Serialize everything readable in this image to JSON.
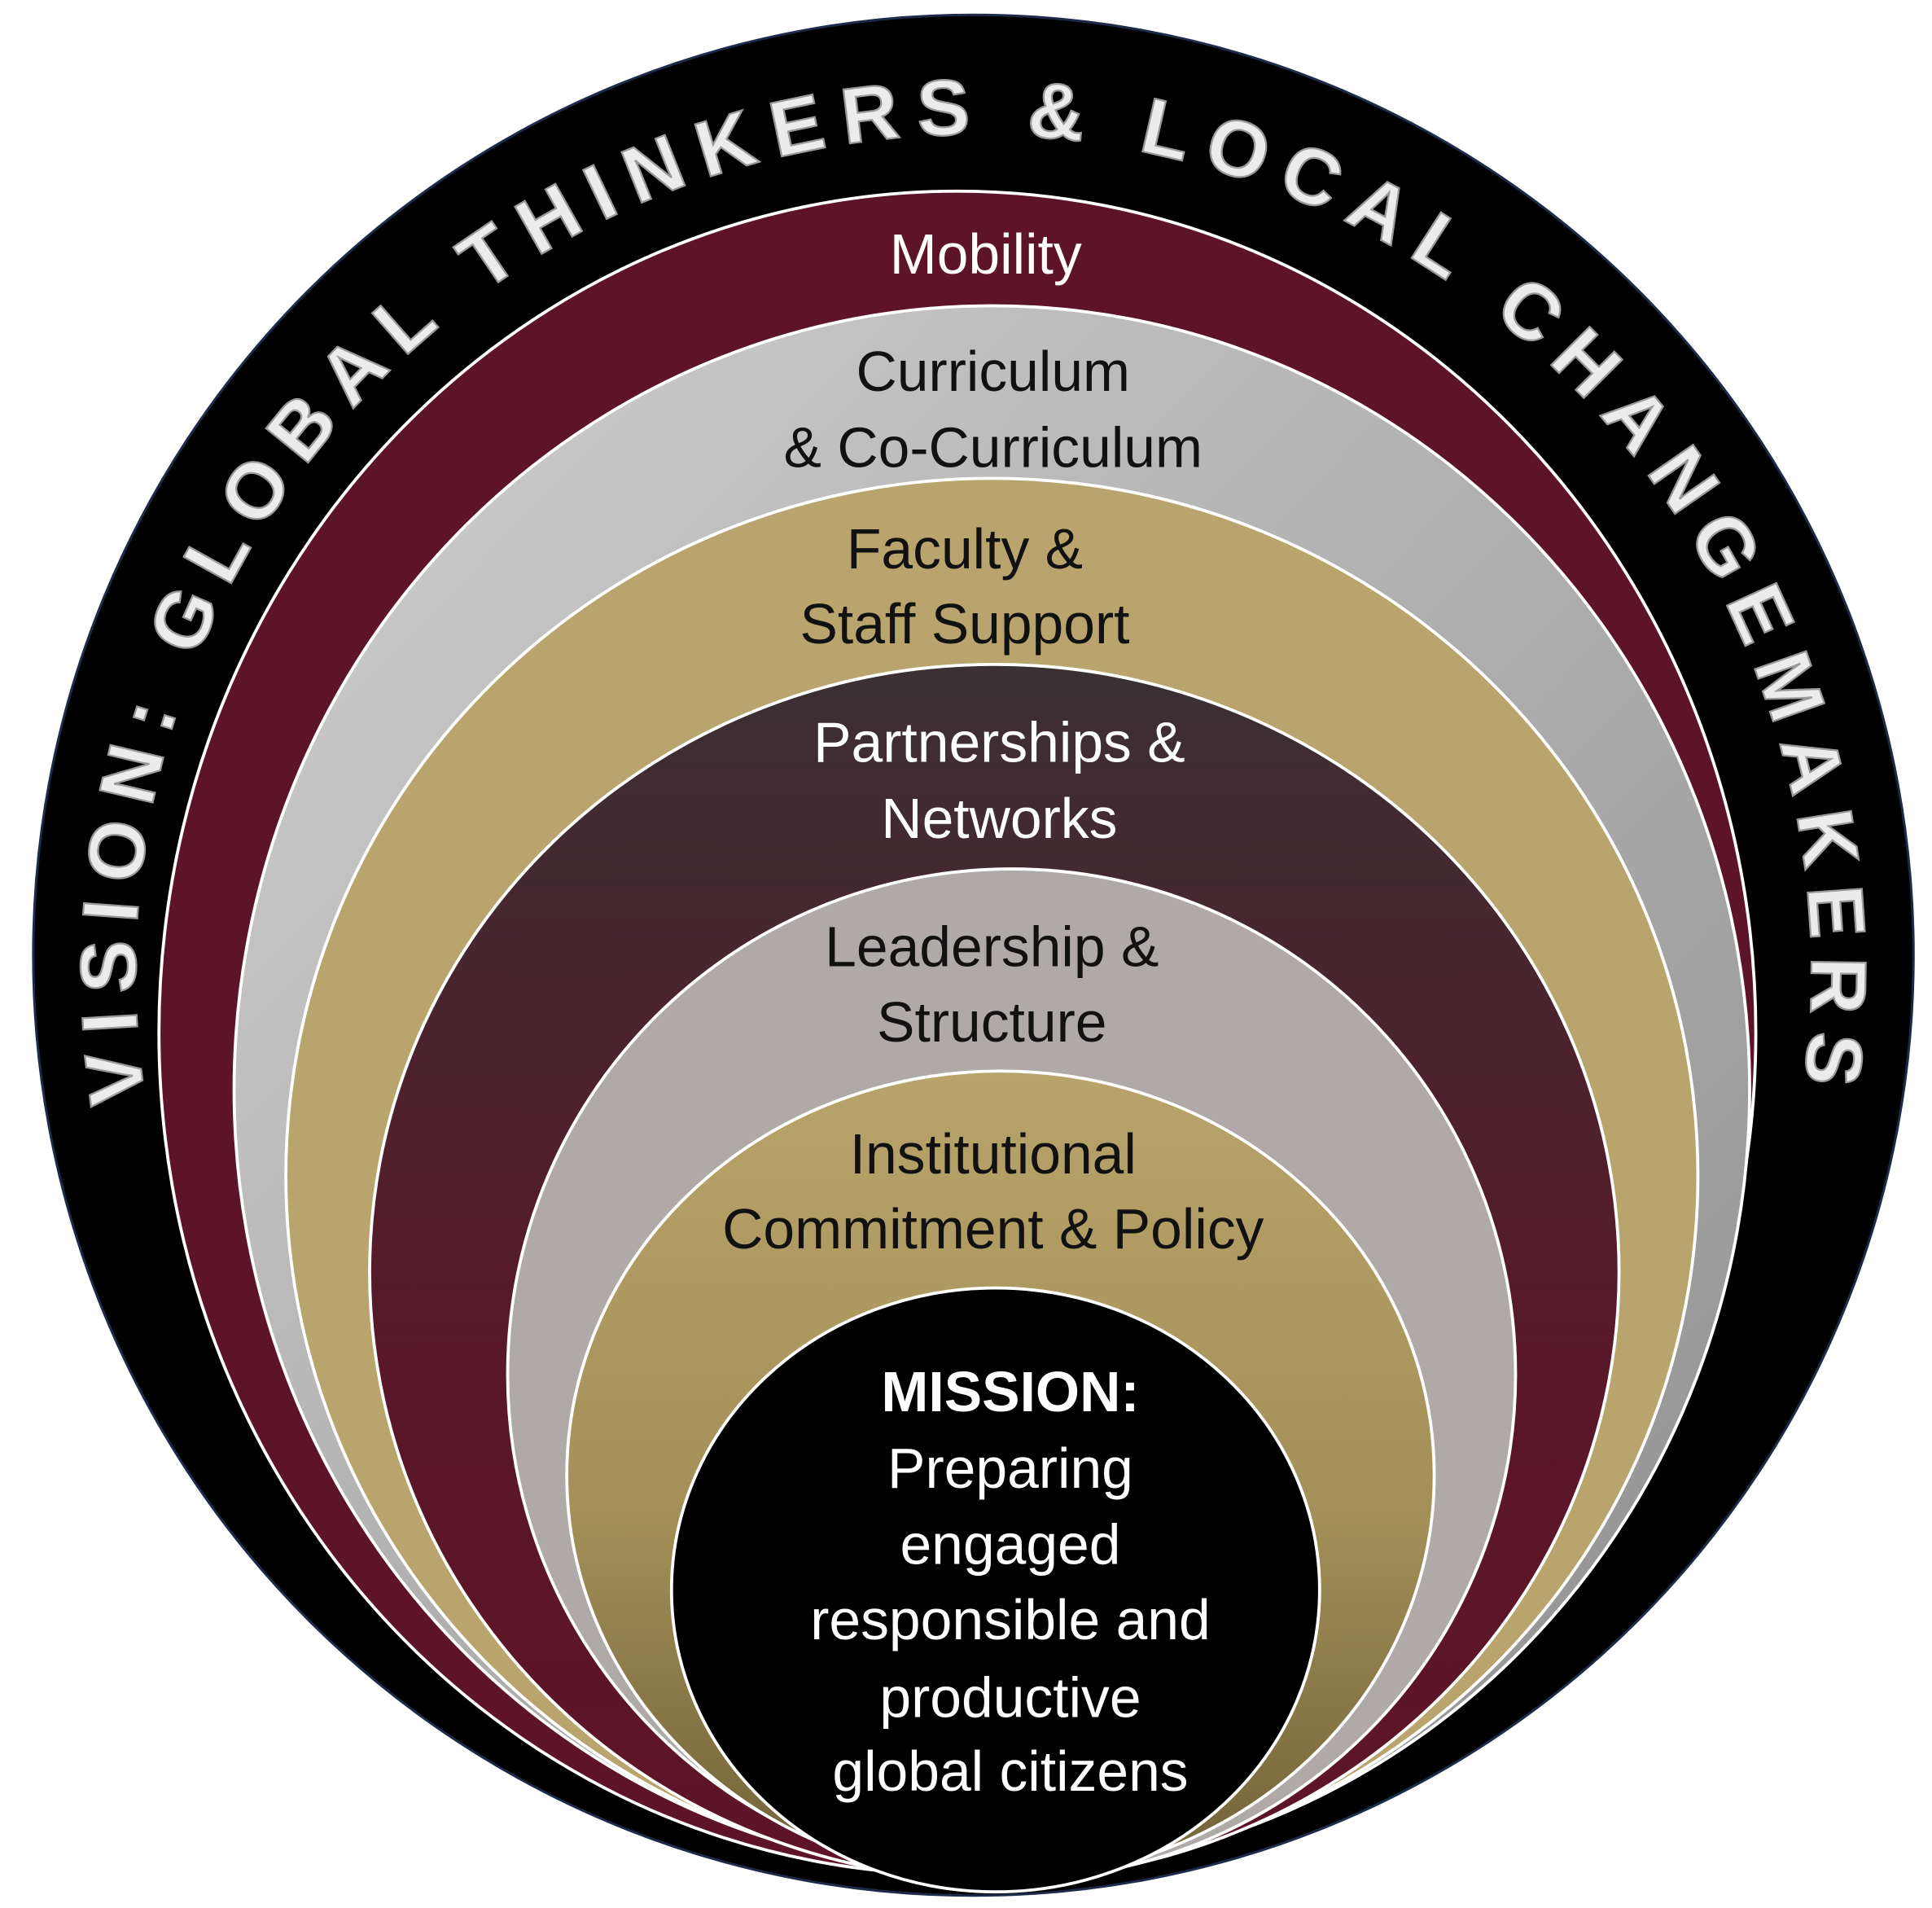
{
  "vision": "VISION: GLOBAL THINKERS & LOCAL CHANGEMAKERS",
  "rings": [
    {
      "name": "mobility",
      "lines": [
        "Mobility"
      ],
      "color": "#5e1428"
    },
    {
      "name": "curriculum",
      "lines": [
        "Curriculum",
        "& Co-Curriculum"
      ],
      "color": "#c4c4c4"
    },
    {
      "name": "faculty",
      "lines": [
        "Faculty &",
        "Staff Support"
      ],
      "color": "#b8a46c"
    },
    {
      "name": "partnerships",
      "lines": [
        "Partnerships &",
        "Networks"
      ],
      "color": "#4a2a32"
    },
    {
      "name": "leadership",
      "lines": [
        "Leadership &",
        "Structure"
      ],
      "color": "#afaaa8"
    },
    {
      "name": "institutional",
      "lines": [
        "Institutional",
        "Commitment & Policy"
      ],
      "color": "#b29f66"
    }
  ],
  "mission": {
    "title": "MISSION:",
    "lines": [
      "Preparing",
      "engaged",
      "responsible and",
      "productive",
      "global citizens"
    ]
  }
}
